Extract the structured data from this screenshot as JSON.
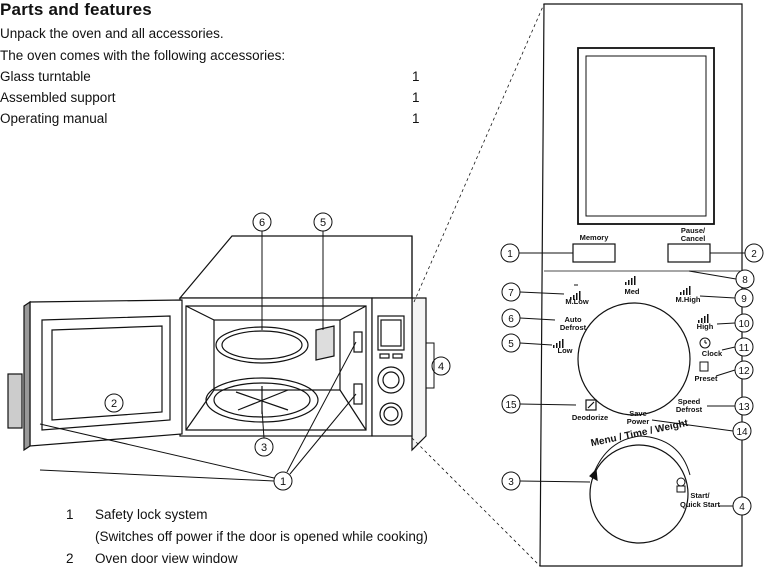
{
  "section_title": "Parts and features",
  "intro_lines": [
    "Unpack the oven and all accessories.",
    "The oven comes with the following accessories:"
  ],
  "accessories": [
    {
      "name": "Glass turntable",
      "qty": "1"
    },
    {
      "name": "Assembled support",
      "qty": "1"
    },
    {
      "name": "Operating manual",
      "qty": "1"
    }
  ],
  "parts_list": [
    {
      "num": "1",
      "text": "Safety lock system",
      "sub": "(Switches off power if the door is opened while cooking)"
    },
    {
      "num": "2",
      "text": "Oven door view window"
    }
  ],
  "callouts": [
    "1",
    "2",
    "3",
    "4",
    "5",
    "6",
    "7",
    "8",
    "9",
    "10",
    "11",
    "12",
    "13",
    "14",
    "15"
  ],
  "panel": {
    "memory": "Memory",
    "pause_cancel_1": "Pause/",
    "pause_cancel_2": "Cancel",
    "m_low": "M.Low",
    "med": "Med",
    "m_high": "M.High",
    "auto_defrost_1": "Auto",
    "auto_defrost_2": "Defrost",
    "high": "High",
    "low": "Low",
    "clock": "Clock",
    "preset": "Preset",
    "deodorize": "Deodorize",
    "save_power_1": "Save",
    "save_power_2": "Power",
    "speed_defrost_1": "Speed",
    "speed_defrost_2": "Defrost",
    "menu_time_weight": "Menu / Time / Weight",
    "start_1": "Start/",
    "start_2": "Quick Start"
  }
}
